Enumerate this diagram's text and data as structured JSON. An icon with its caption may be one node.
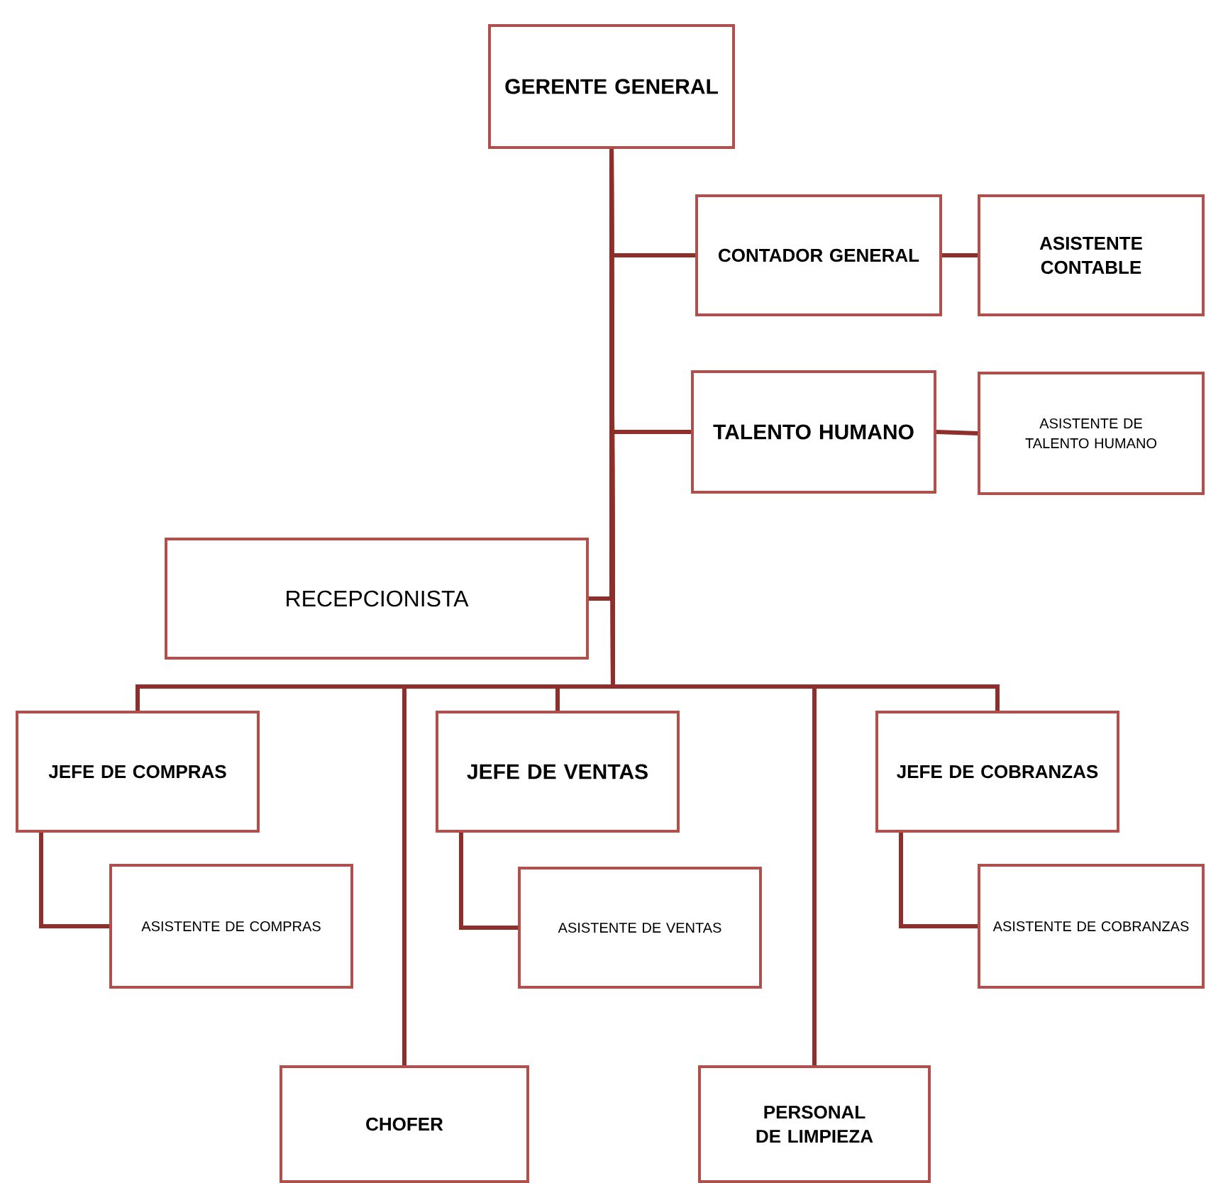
{
  "diagram": {
    "nodes": [
      {
        "text": [
          "GERENTE GENERAL"
        ]
      },
      {
        "text": [
          "CONTADOR GENERAL"
        ]
      },
      {
        "text": [
          "ASISTENTE CONTABLE"
        ]
      },
      {
        "text": [
          "TALENTO HUMANO"
        ]
      },
      {
        "text": [
          "ASISTENTE DE TALENTO HUMANO"
        ]
      },
      {
        "text": [
          "RECEPCIONISTA"
        ]
      },
      {
        "text": [
          "JEFE DE COMPRAS"
        ]
      },
      {
        "text": [
          "ASISTENTE DE COMPRAS"
        ]
      },
      {
        "text": [
          "JEFE DE VENTAS"
        ]
      },
      {
        "text": [
          "ASISTENTE DE VENTAS"
        ]
      },
      {
        "text": [
          "JEFE DE COBRANZAS"
        ]
      },
      {
        "text": [
          "ASISTENTE DE COBRANZAS"
        ]
      },
      {
        "text": [
          "CHOFER"
        ]
      },
      {
        "text": [
          "PERSONAL DE LIMPIEZA"
        ]
      }
    ],
    "edges": [
      {
        "from": 0,
        "to": 1,
        "arrow": "none"
      },
      {
        "from": 1,
        "to": 2,
        "arrow": "none"
      },
      {
        "from": 0,
        "to": 3,
        "arrow": "none"
      },
      {
        "from": 3,
        "to": 4,
        "arrow": "none"
      },
      {
        "from": 0,
        "to": 5,
        "arrow": "none"
      },
      {
        "from": 0,
        "to": 6,
        "arrow": "none"
      },
      {
        "from": 0,
        "to": 12,
        "arrow": "none"
      },
      {
        "from": 0,
        "to": 8,
        "arrow": "none"
      },
      {
        "from": 0,
        "to": 13,
        "arrow": "none"
      },
      {
        "from": 0,
        "to": 10,
        "arrow": "none"
      },
      {
        "from": 6,
        "to": 7,
        "arrow": "none"
      },
      {
        "from": 8,
        "to": 9,
        "arrow": "none"
      },
      {
        "from": 10,
        "to": 11,
        "arrow": "none"
      }
    ]
  }
}
